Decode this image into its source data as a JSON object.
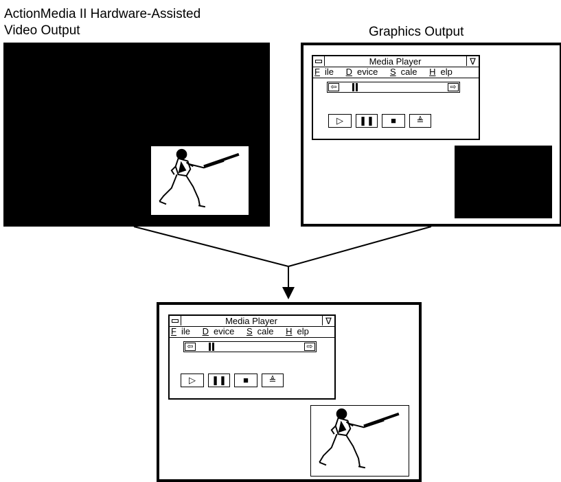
{
  "labels": {
    "video_output_line1": "ActionMedia II Hardware-Assisted",
    "video_output_line2": "Video Output",
    "graphics_output": "Graphics Output"
  },
  "media_player": {
    "title": "Media Player",
    "menu": [
      {
        "underline": "F",
        "rest": "ile"
      },
      {
        "underline": "D",
        "rest": "evice"
      },
      {
        "underline": "S",
        "rest": "cale"
      },
      {
        "underline": "H",
        "rest": "elp"
      }
    ],
    "minimize_glyph": "∇",
    "scroll_left_glyph": "⇦",
    "scroll_right_glyph": "⇨",
    "play_glyph": "▷",
    "pause_glyph": "❚❚",
    "stop_glyph": "■",
    "eject_glyph": "≜"
  },
  "icons": [
    "system-menu-icon",
    "minimize-icon",
    "scroll-left-icon",
    "scroll-right-icon",
    "play-icon",
    "pause-icon",
    "stop-icon",
    "eject-icon",
    "baseball-batter-image",
    "down-arrow-icon"
  ]
}
